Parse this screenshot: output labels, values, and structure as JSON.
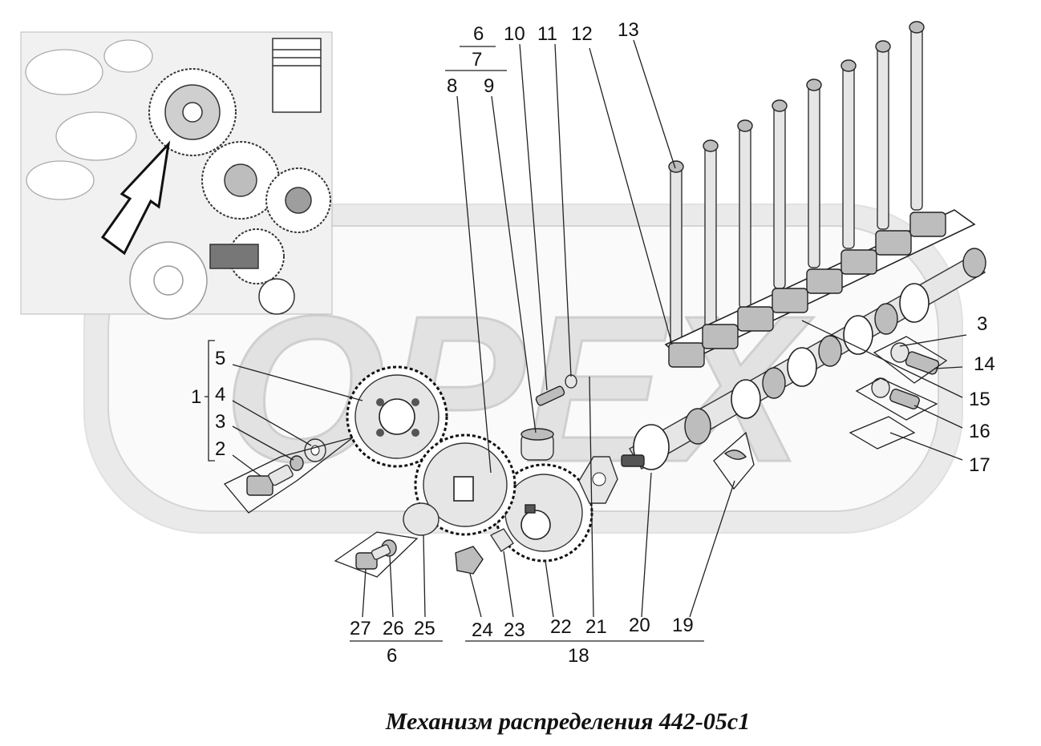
{
  "caption": "Механизм распределения 442-05с1",
  "watermark": "OPEX",
  "colors": {
    "ink": "#111111",
    "watermark": "#d9d9d9",
    "background": "#ffffff"
  },
  "callouts": {
    "c1": "1",
    "c2": "2",
    "c3": "3",
    "c4": "4",
    "c5": "5",
    "c6_top": "6",
    "c7": "7",
    "c8": "8",
    "c9": "9",
    "c10": "10",
    "c11": "11",
    "c12": "12",
    "c13": "13",
    "c3_right": "3",
    "c14": "14",
    "c15": "15",
    "c16": "16",
    "c17": "17",
    "c19": "19",
    "c20": "20",
    "c21": "21",
    "c22": "22",
    "c23": "23",
    "c24": "24",
    "c25": "25",
    "c26": "26",
    "c27": "27",
    "c6_bottom": "6",
    "c18": "18"
  }
}
